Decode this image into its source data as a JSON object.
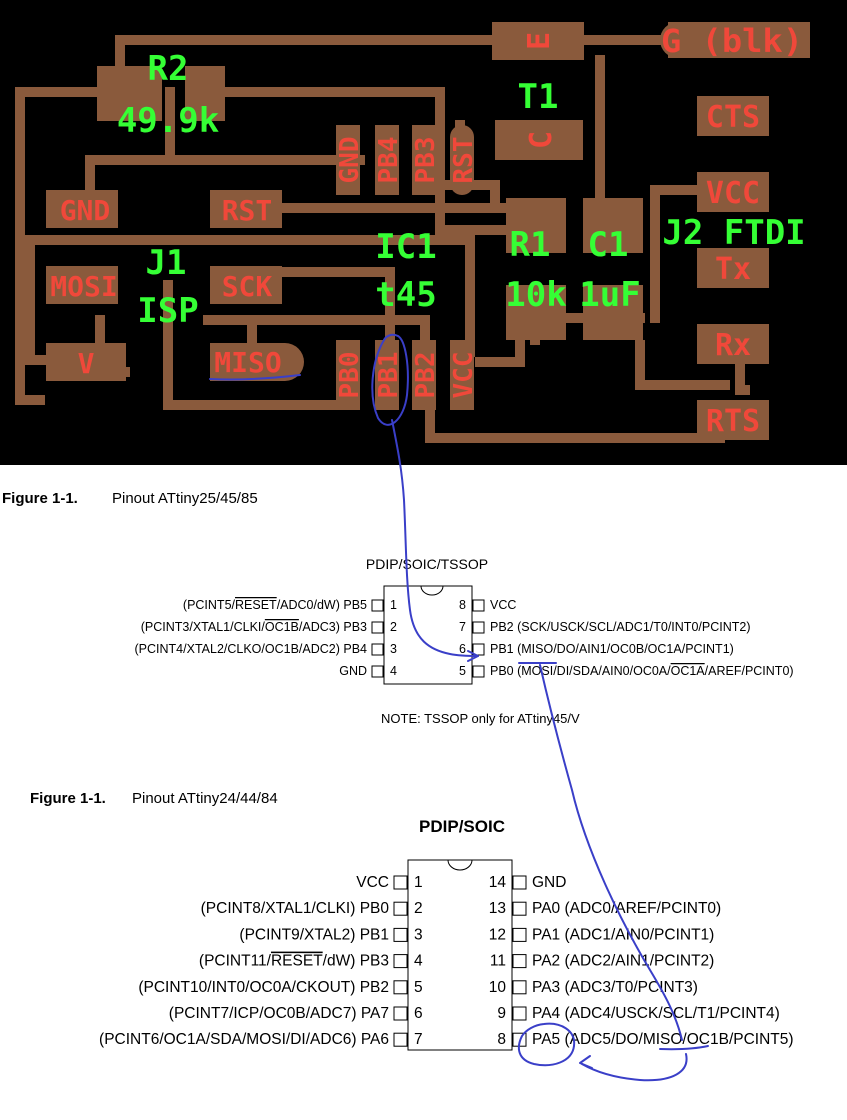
{
  "board": {
    "pad_labels": {
      "g_blk": "G (blk)",
      "e": "E",
      "c": "C",
      "cts": "CTS",
      "vcc": "VCC",
      "tx": "Tx",
      "rx": "Rx",
      "rts": "RTS",
      "gnd": "GND",
      "rst_left": "RST",
      "mosi": "MOSI",
      "sck": "SCK",
      "miso": "MISO",
      "v": "V",
      "ic_top_gnd": "GND",
      "ic_top_pb4": "PB4",
      "ic_top_pb3": "PB3",
      "ic_top_rst": "RST",
      "ic_bot_pb0": "PB0",
      "ic_bot_pb1": "PB1",
      "ic_bot_pb2": "PB2",
      "ic_bot_vcc": "VCC"
    },
    "silk_labels": {
      "r2": "R2",
      "r2_value": "49.9k",
      "t1": "T1",
      "ic1": "IC1",
      "ic1_value": "t45",
      "j1": "J1",
      "j1_isp": "ISP",
      "r1": "R1",
      "r1_value": "10k",
      "c1": "C1",
      "c1_value": "1uF",
      "j2_ftdi": "J2 FTDI"
    }
  },
  "tiny45": {
    "figure_label": "Figure 1-1.",
    "figure_title": "Pinout ATtiny25/45/85",
    "package": "PDIP/SOIC/TSSOP",
    "left_pins": [
      {
        "pre": "(PCINT5/",
        "over": "RESET",
        "post": "/ADC0/dW) PB5",
        "num": "1"
      },
      {
        "pre": "(PCINT3/XTAL1/CLKI/",
        "over": "OC1B",
        "post": "/ADC3) PB3",
        "num": "2"
      },
      {
        "pre": "(PCINT4/XTAL2/CLKO/OC1B/ADC2) PB4",
        "over": "",
        "post": "",
        "num": "3"
      },
      {
        "pre": "GND",
        "over": "",
        "post": "",
        "num": "4"
      }
    ],
    "right_pins": [
      {
        "num": "8",
        "pre": "VCC",
        "over": "",
        "post": ""
      },
      {
        "num": "7",
        "pre": "PB2 (SCK/USCK/SCL/ADC1/T0/INT0/PCINT2)",
        "over": "",
        "post": ""
      },
      {
        "num": "6",
        "pre": "PB1 (MISO/DO/AIN1/OC0B/OC1A/PCINT1)",
        "over": "",
        "post": ""
      },
      {
        "num": "5",
        "pre": "PB0 (MOSI/DI/SDA/AIN0/OC0A/",
        "over": "OC1A",
        "post": "/AREF/PCINT0)"
      }
    ],
    "note": "NOTE: TSSOP only for ATtiny45/V"
  },
  "tiny44": {
    "figure_label": "Figure 1-1.",
    "figure_title": "Pinout ATtiny24/44/84",
    "package": "PDIP/SOIC",
    "left_pins": [
      {
        "pre": "VCC",
        "over": "",
        "post": "",
        "num": "1"
      },
      {
        "pre": "(PCINT8/XTAL1/CLKI) PB0",
        "over": "",
        "post": "",
        "num": "2"
      },
      {
        "pre": "(PCINT9/XTAL2) PB1",
        "over": "",
        "post": "",
        "num": "3"
      },
      {
        "pre": "(PCINT11/",
        "over": "RESET",
        "post": "/dW) PB3",
        "num": "4"
      },
      {
        "pre": "(PCINT10/INT0/OC0A/CKOUT) PB2",
        "over": "",
        "post": "",
        "num": "5"
      },
      {
        "pre": "(PCINT7/ICP/OC0B/ADC7) PA7",
        "over": "",
        "post": "",
        "num": "6"
      },
      {
        "pre": "(PCINT6/OC1A/SDA/MOSI/DI/ADC6) PA6",
        "over": "",
        "post": "",
        "num": "7"
      }
    ],
    "right_pins": [
      {
        "num": "14",
        "pre": "GND",
        "over": "",
        "post": ""
      },
      {
        "num": "13",
        "pre": "PA0 (ADC0/AREF/PCINT0)",
        "over": "",
        "post": ""
      },
      {
        "num": "12",
        "pre": "PA1 (ADC1/AIN0/PCINT1)",
        "over": "",
        "post": ""
      },
      {
        "num": "11",
        "pre": "PA2 (ADC2/AIN1/PCINT2)",
        "over": "",
        "post": ""
      },
      {
        "num": "10",
        "pre": "PA3 (ADC3/T0/PCINT3)",
        "over": "",
        "post": ""
      },
      {
        "num": "9",
        "pre": "PA4 (ADC4/USCK/SCL/T1/PCINT4)",
        "over": "",
        "post": ""
      },
      {
        "num": "8",
        "pre": "PA5 (ADC5/DO/MISO/OC1B/PCINT5)",
        "over": "",
        "post": ""
      }
    ]
  },
  "colors": {
    "board_bg": "#000000",
    "copper": "#8a5a3c",
    "pad_text": "#f0483a",
    "silkscreen": "#35ff35",
    "annotation_ink": "#3a3fc8"
  }
}
